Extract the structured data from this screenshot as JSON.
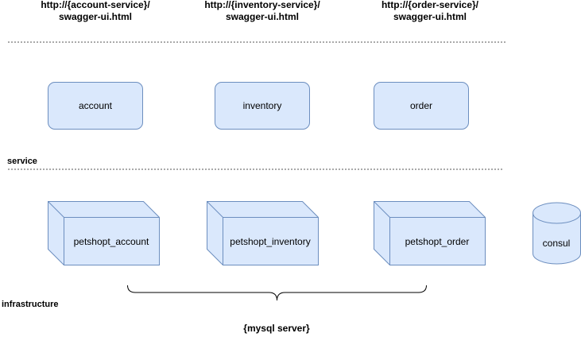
{
  "urls": [
    {
      "line1": "http://{account-service}/",
      "line2": "swagger-ui.html"
    },
    {
      "line1": "http://{inventory-service}/",
      "line2": "swagger-ui.html"
    },
    {
      "line1": "http://{order-service}/",
      "line2": "swagger-ui.html"
    }
  ],
  "services": [
    "account",
    "inventory",
    "order"
  ],
  "labels": {
    "service": "service",
    "infrastructure": "infrastructure",
    "mysql": "{mysql server}"
  },
  "infrastructure": [
    "petshopt_account",
    "petshopt_inventory",
    "petshopt_order"
  ],
  "consul": "consul",
  "colors": {
    "fill": "#dae8fc",
    "stroke": "#6c8ebf",
    "divider": "#555555"
  }
}
